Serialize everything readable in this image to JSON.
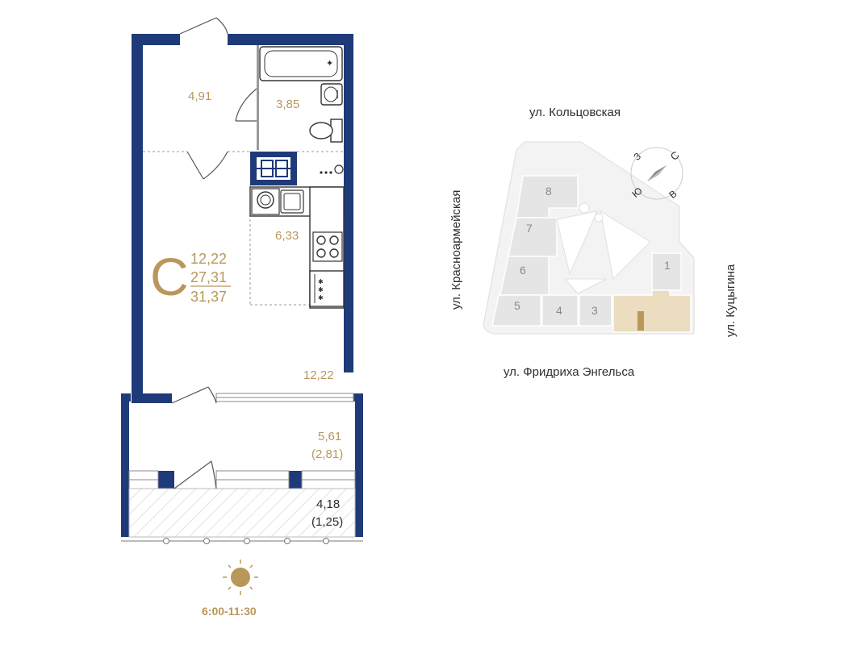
{
  "apartment": {
    "type_letter": "C",
    "living_area": "12,22",
    "total_area": "27,31",
    "total_area_with_balcony": "31,37"
  },
  "rooms": {
    "hall": "4,91",
    "bathroom": "3,85",
    "kitchen": "6,33",
    "living_room": "12,22",
    "loggia_area": "5,61",
    "loggia_reduced": "(2,81)",
    "balcony_area": "4,18",
    "balcony_reduced": "(1,25)"
  },
  "sun": {
    "hours": "6:00-11:30"
  },
  "map": {
    "streets": {
      "top": "ул. Кольцовская",
      "left": "ул. Красноармейская",
      "bottom": "ул. Фридриха Энгельса",
      "right": "ул. Куцыгина"
    },
    "buildings": [
      "8",
      "7",
      "6",
      "5",
      "4",
      "3",
      "1"
    ],
    "compass": {
      "north": "С",
      "east": "В",
      "south": "Ю",
      "west": "З"
    }
  },
  "colors": {
    "wall": "#1e3a78",
    "accent": "#b9975b",
    "highlight": "#ecdcc0"
  }
}
